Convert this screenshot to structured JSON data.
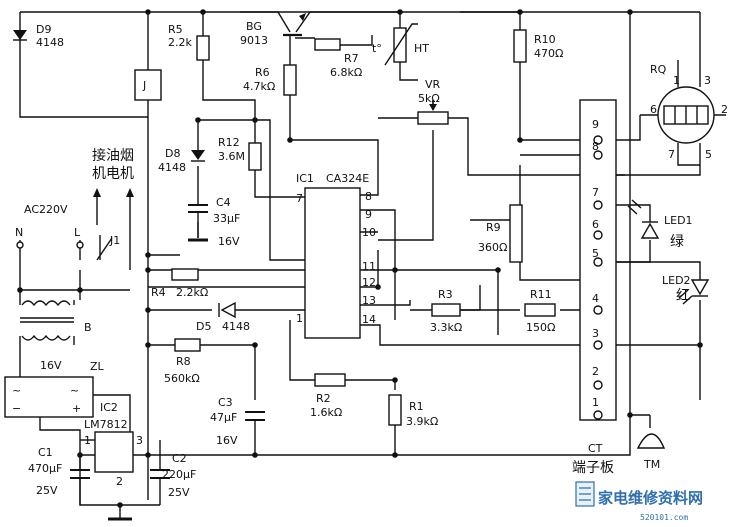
{
  "components": {
    "D9": {
      "ref": "D9",
      "value": "4148"
    },
    "R5": {
      "ref": "R5",
      "value": "2.2k"
    },
    "BG": {
      "ref": "BG",
      "value": "9013"
    },
    "R6": {
      "ref": "R6",
      "value": "4.7kΩ"
    },
    "R7": {
      "ref": "R7",
      "value": "6.8kΩ"
    },
    "HT": {
      "ref": "HT",
      "symbol": "t°"
    },
    "R10": {
      "ref": "R10",
      "value": "470Ω"
    },
    "RQ": {
      "ref": "RQ"
    },
    "J": {
      "ref": "J"
    },
    "VR": {
      "ref": "VR",
      "value": "5kΩ"
    },
    "D8": {
      "ref": "D8",
      "value": "4148"
    },
    "R12": {
      "ref": "R12",
      "value": "3.6M"
    },
    "IC1": {
      "ref": "IC1",
      "value": "CA324E"
    },
    "C4": {
      "ref": "C4",
      "value": "33μF",
      "voltage": "16V"
    },
    "J1": {
      "ref": "J1"
    },
    "R9": {
      "ref": "R9",
      "value": "360Ω"
    },
    "LED1": {
      "ref": "LED1",
      "color": "绿"
    },
    "LED2": {
      "ref": "LED2",
      "color": "红"
    },
    "R4": {
      "ref": "R4",
      "value": "2.2kΩ"
    },
    "D5": {
      "ref": "D5",
      "value": "4148"
    },
    "R3": {
      "ref": "R3",
      "value": "3.3kΩ"
    },
    "R11": {
      "ref": "R11",
      "value": "150Ω"
    },
    "B": {
      "ref": "B"
    },
    "R8": {
      "ref": "R8",
      "value": "560kΩ"
    },
    "ZL": {
      "ref": "ZL"
    },
    "R2": {
      "ref": "R2",
      "value": "1.6kΩ"
    },
    "R1": {
      "ref": "R1",
      "value": "3.9kΩ"
    },
    "C3": {
      "ref": "C3",
      "value": "47μF",
      "voltage": "16V"
    },
    "IC2": {
      "ref": "IC2",
      "value": "LM7812"
    },
    "C1": {
      "ref": "C1",
      "value": "470μF",
      "voltage": "25V"
    },
    "C2": {
      "ref": "C2",
      "value": "220μF",
      "voltage": "25V"
    },
    "CT": {
      "ref": "CT",
      "name": "端子板"
    },
    "TM": {
      "ref": "TM"
    }
  },
  "labels": {
    "motor_line1": "接油烟",
    "motor_line2": "机电机",
    "ac_supply": "AC220V",
    "neutral": "N",
    "line": "L",
    "transformer_voltage": "16V",
    "rectifier_plus": "+",
    "rectifier_minus": "−",
    "rectifier_ac": "~",
    "ic2_pin1": "1",
    "ic2_pin2": "2",
    "ic2_pin3": "3",
    "ic1_pin7": "7",
    "ic1_pin8": "8",
    "ic1_pin9": "9",
    "ic1_pin10": "10",
    "ic1_pin11": "11",
    "ic1_pin12": "12",
    "ic1_pin13": "13",
    "ic1_pin14": "14",
    "ic1_pin1": "1",
    "rq_pin1": "1",
    "rq_pin2": "2",
    "rq_pin3": "3",
    "rq_pin5": "5",
    "rq_pin6": "6",
    "rq_pin7": "7",
    "ct_pins": [
      "9",
      "8",
      "7",
      "6",
      "5",
      "4",
      "3",
      "2",
      "1"
    ]
  },
  "watermark": {
    "text": "家电维修资料网",
    "url": "520101.com"
  }
}
